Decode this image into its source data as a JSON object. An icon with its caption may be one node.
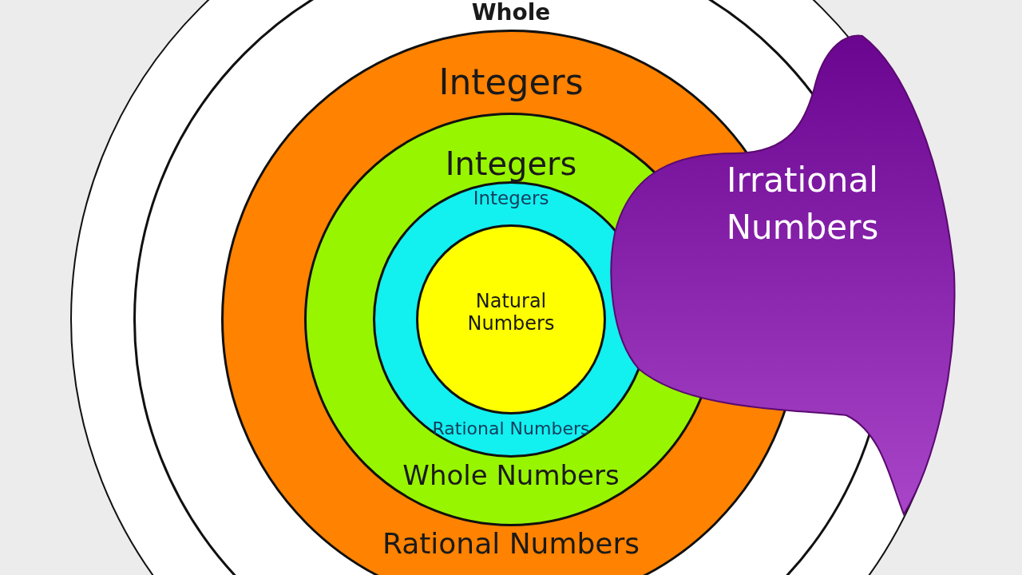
{
  "diagram": {
    "nodes": [
      {
        "text": [],
        "shape": "circle"
      },
      {
        "text": [
          "Whole"
        ],
        "in": 0
      },
      {
        "text": [
          "Integers",
          "Rational Numbers"
        ],
        "in": 1
      },
      {
        "text": [
          "Integers",
          "Whole Numbers"
        ],
        "in": 2
      },
      {
        "text": [
          "Integers",
          "Rational Numbers"
        ],
        "in": 3
      },
      {
        "text": [
          "Natural Numbers"
        ],
        "in": 4
      },
      {
        "text": [
          "Irrational Numbers"
        ],
        "in": 0
      }
    ]
  }
}
